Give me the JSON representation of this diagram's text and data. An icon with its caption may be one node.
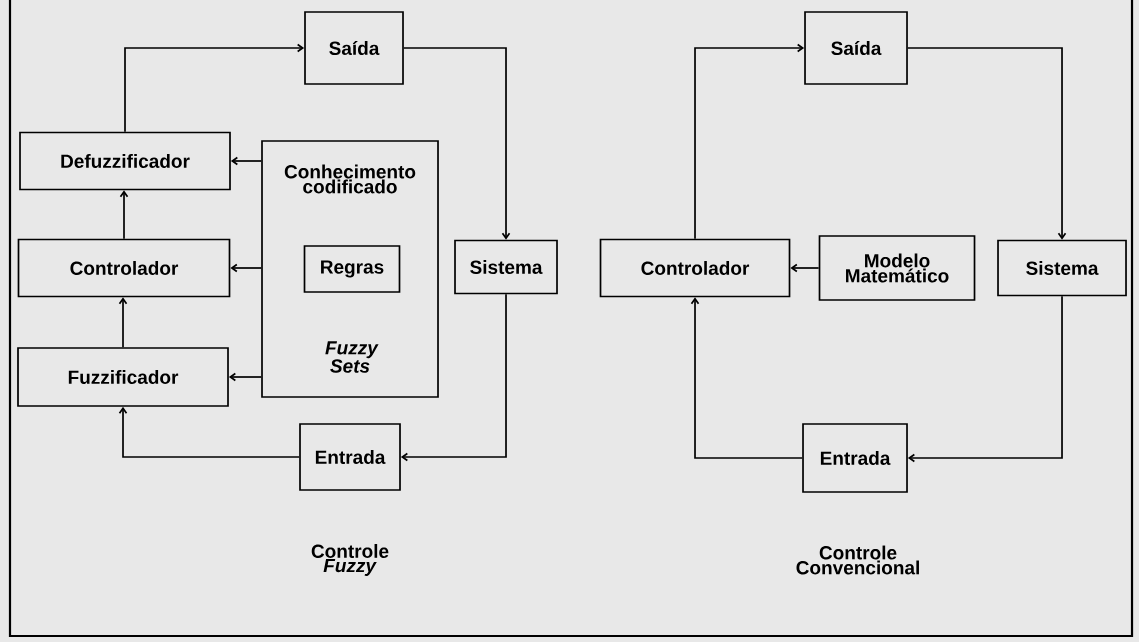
{
  "diagram": {
    "nodes": [
      {
        "text": [
          "Saída"
        ]
      },
      {
        "text": [
          "Defuzzificador"
        ]
      },
      {
        "text": [
          "Conhecimento codificado",
          "Fuzzy Sets"
        ]
      },
      {
        "text": [
          "Regras"
        ],
        "in": 2
      },
      {
        "text": [
          "Controlador"
        ]
      },
      {
        "text": [
          "Sistema"
        ]
      },
      {
        "text": [
          "Fuzzificador"
        ]
      },
      {
        "text": [
          "Entrada"
        ]
      },
      {
        "text": [
          "Saída"
        ]
      },
      {
        "text": [
          "Controlador"
        ]
      },
      {
        "text": [
          "Modelo Matemático"
        ]
      },
      {
        "text": [
          "Sistema"
        ]
      },
      {
        "text": [
          "Entrada"
        ]
      }
    ],
    "edges": [
      {
        "from": 1,
        "to": 0,
        "arrow": "to"
      },
      {
        "from": 0,
        "to": 5,
        "arrow": "to"
      },
      {
        "from": 5,
        "to": 7,
        "arrow": "to"
      },
      {
        "from": 7,
        "to": 6,
        "arrow": "to"
      },
      {
        "from": 6,
        "to": 4,
        "arrow": "to"
      },
      {
        "from": 4,
        "to": 1,
        "arrow": "to"
      },
      {
        "from": 2,
        "to": 1,
        "arrow": "to"
      },
      {
        "from": 2,
        "to": 4,
        "arrow": "to"
      },
      {
        "from": 2,
        "to": 6,
        "arrow": "to"
      },
      {
        "from": 9,
        "to": 8,
        "arrow": "to"
      },
      {
        "from": 8,
        "to": 11,
        "arrow": "to"
      },
      {
        "from": 11,
        "to": 12,
        "arrow": "to"
      },
      {
        "from": 12,
        "to": 9,
        "arrow": "to"
      },
      {
        "from": 10,
        "to": 9,
        "arrow": "to"
      }
    ],
    "labels": [
      "Controle *Fuzzy*",
      "Controle Convencional"
    ]
  }
}
